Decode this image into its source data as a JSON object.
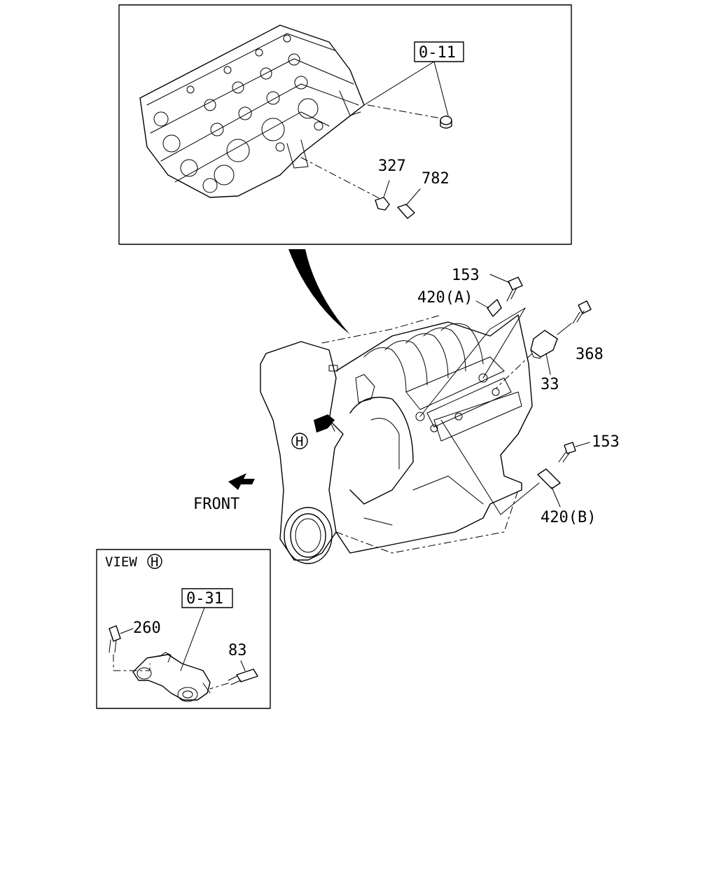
{
  "references": {
    "top_ref": "0-11",
    "view_ref": "0-31"
  },
  "callouts": {
    "p327": "327",
    "p782": "782",
    "p153_top": "153",
    "p420a": "420(A)",
    "p368": "368",
    "p33": "33",
    "p153_side": "153",
    "p420b": "420(B)",
    "p260": "260",
    "p83": "83"
  },
  "labels": {
    "front": "FRONT",
    "view": "VIEW",
    "view_marker": "H",
    "engine_marker": "H"
  }
}
